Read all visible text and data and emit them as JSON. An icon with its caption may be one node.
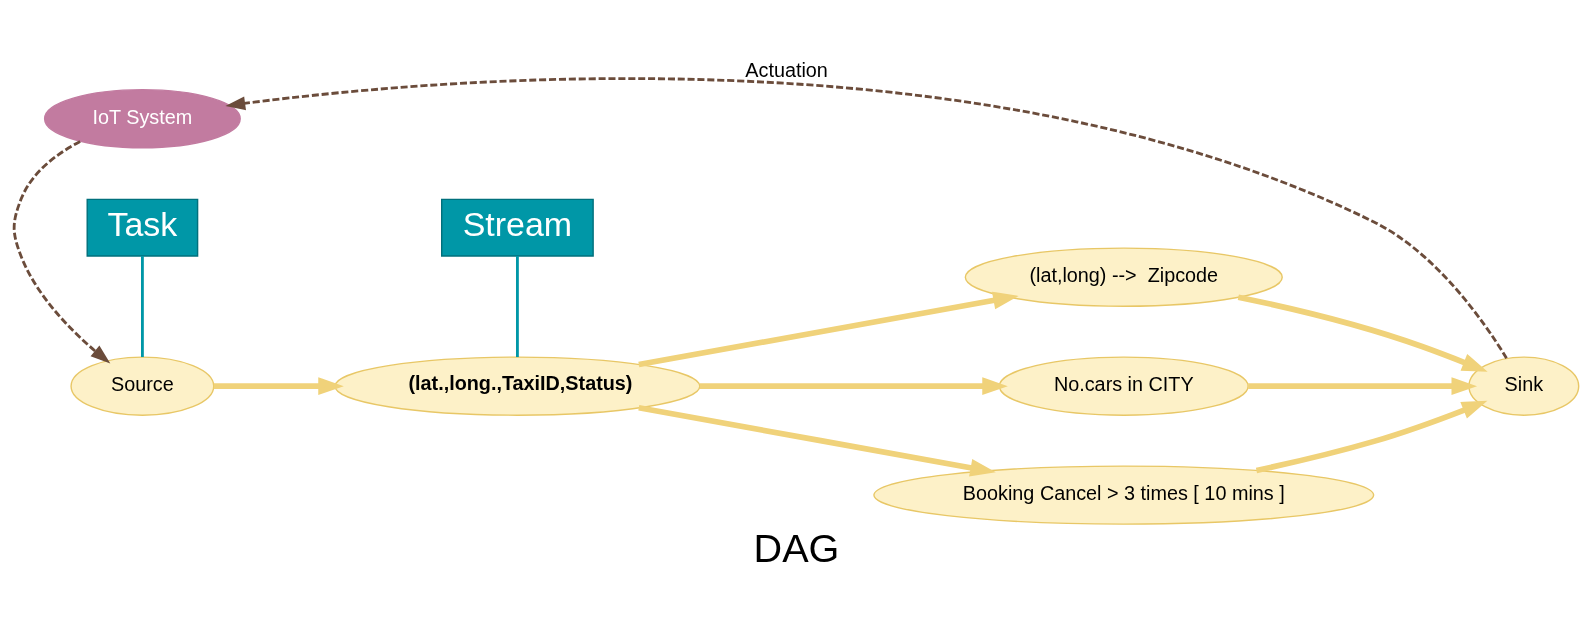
{
  "diagram": {
    "caption": "DAG",
    "nodes": [
      {
        "text": [
          "IoT System"
        ]
      },
      {
        "text": [
          "Source"
        ]
      },
      {
        "text": [
          "(lat.,long.,TaxiID,Status)"
        ]
      },
      {
        "text": [
          "(lat,long) -->  Zipcode"
        ]
      },
      {
        "text": [
          "No.cars in CITY"
        ]
      },
      {
        "text": [
          "Booking Cancel > 3 times [ 10 mins ]"
        ]
      },
      {
        "text": [
          "Sink"
        ]
      },
      {
        "text": [
          "Task"
        ]
      },
      {
        "text": [
          "Stream"
        ]
      }
    ],
    "edges": [
      {
        "from": 0,
        "to": 1,
        "arrow": "to",
        "style": "dashed",
        "color": "#6b4c3b"
      },
      {
        "from": 1,
        "to": 2,
        "arrow": "to"
      },
      {
        "from": 2,
        "to": 3,
        "arrow": "to"
      },
      {
        "from": 2,
        "to": 4,
        "arrow": "to"
      },
      {
        "from": 2,
        "to": 5,
        "arrow": "to"
      },
      {
        "from": 3,
        "to": 6,
        "arrow": "to"
      },
      {
        "from": 4,
        "to": 6,
        "arrow": "to"
      },
      {
        "from": 5,
        "to": 6,
        "arrow": "to"
      },
      {
        "from": 6,
        "to": 0,
        "arrow": "to",
        "style": "dashed",
        "color": "#6b4c3b",
        "label": "Actuation"
      },
      {
        "from": 7,
        "to": 1,
        "arrow": "none",
        "color": "#0097a7"
      },
      {
        "from": 8,
        "to": 2,
        "arrow": "none",
        "color": "#0097a7"
      }
    ]
  }
}
